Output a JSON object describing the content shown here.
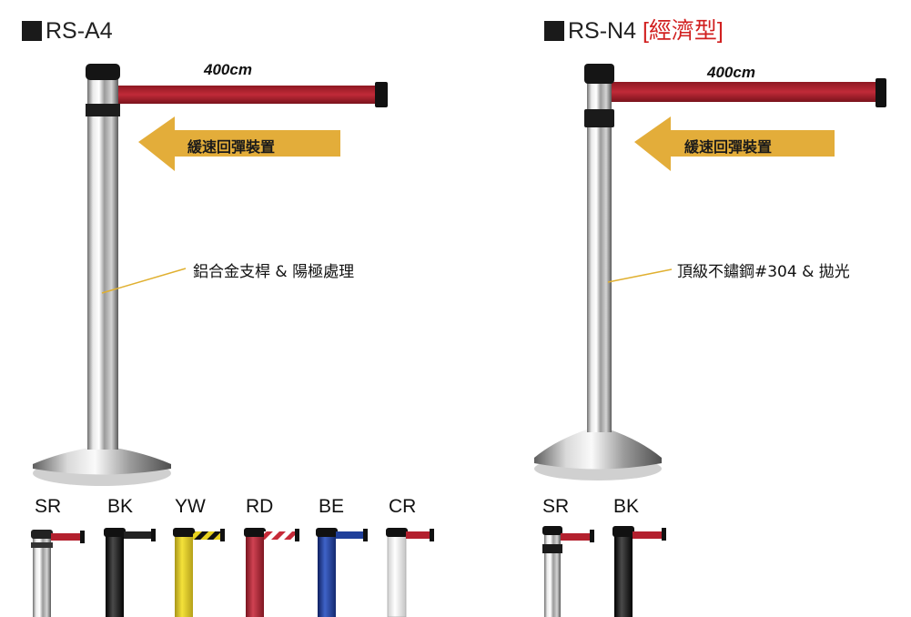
{
  "products": [
    {
      "title": "RS-A4",
      "tag": "",
      "length": "400cm",
      "retract_label": "緩速回彈裝置",
      "material_label": "鋁合金支桿 & 陽極處理",
      "variants": [
        "SR",
        "BK",
        "YW",
        "RD",
        "BE",
        "CR"
      ]
    },
    {
      "title": "RS-N4",
      "tag": "[經濟型]",
      "length": "400cm",
      "retract_label": "緩速回彈裝置",
      "material_label": "頂級不鏽鋼#304 & 拋光",
      "variants": [
        "SR",
        "BK"
      ]
    }
  ],
  "colors": {
    "belt": "#b3202e",
    "arrow": "#e3ad3a",
    "tag": "#d11f1f",
    "leader": "#e0b030",
    "post_black": "#1b1b1b",
    "post_yellow": "#e8d21e",
    "post_red": "#b52c3c",
    "post_blue": "#1f3f9a"
  },
  "icons": [
    "black-square-icon",
    "left-arrow-icon"
  ]
}
